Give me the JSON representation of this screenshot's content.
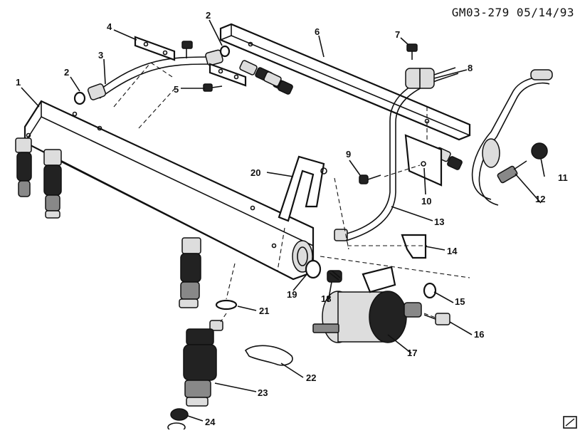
{
  "drawing": {
    "code": "GM03-279 05/14/93"
  },
  "callouts": [
    {
      "id": "1",
      "text": "1"
    },
    {
      "id": "2a",
      "text": "2"
    },
    {
      "id": "2b",
      "text": "2"
    },
    {
      "id": "3",
      "text": "3"
    },
    {
      "id": "4",
      "text": "4"
    },
    {
      "id": "5",
      "text": "5"
    },
    {
      "id": "6",
      "text": "6"
    },
    {
      "id": "7",
      "text": "7"
    },
    {
      "id": "8",
      "text": "8"
    },
    {
      "id": "9",
      "text": "9"
    },
    {
      "id": "10",
      "text": "10"
    },
    {
      "id": "11",
      "text": "11"
    },
    {
      "id": "12",
      "text": "12"
    },
    {
      "id": "13",
      "text": "13"
    },
    {
      "id": "14",
      "text": "14"
    },
    {
      "id": "15",
      "text": "15"
    },
    {
      "id": "16",
      "text": "16"
    },
    {
      "id": "17",
      "text": "17"
    },
    {
      "id": "18",
      "text": "18"
    },
    {
      "id": "19",
      "text": "19"
    },
    {
      "id": "20",
      "text": "20"
    },
    {
      "id": "21",
      "text": "21"
    },
    {
      "id": "22",
      "text": "22"
    },
    {
      "id": "23",
      "text": "23"
    },
    {
      "id": "24",
      "text": "24"
    }
  ]
}
